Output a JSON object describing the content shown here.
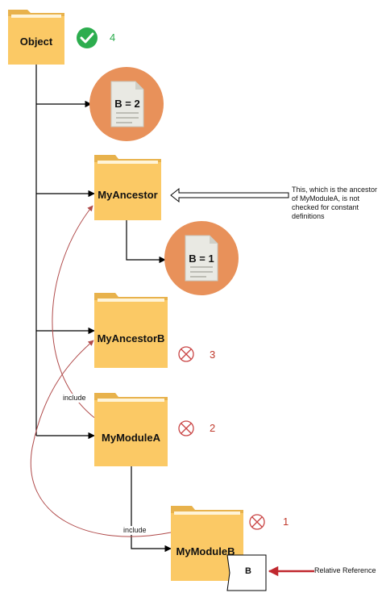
{
  "nodes": {
    "object": {
      "label": "Object",
      "status_number": "4"
    },
    "ancestor": {
      "label": "MyAncestor"
    },
    "ancestor_b": {
      "label": "MyAncestorB",
      "status_number": "3"
    },
    "module_a": {
      "label": "MyModuleA",
      "status_number": "2"
    },
    "module_b": {
      "label": "MyModuleB",
      "status_number": "1"
    }
  },
  "documents": {
    "doc_top": {
      "label": "B = 2"
    },
    "doc_ancestor": {
      "label": "B = 1"
    }
  },
  "annotations": {
    "ancestor_note": [
      "This, which is the ancestor",
      "of MyModuleA, is not",
      "checked for constant",
      "definitions"
    ],
    "include_upper": "include",
    "include_lower": "include",
    "reference_box": "B",
    "relative_reference": "Relative Reference"
  },
  "colors": {
    "folder_body": "#fbc965",
    "folder_tab": "#e8b24c",
    "doc_circle": "#e8915a",
    "doc_paper": "#e9e9e3",
    "check_green": "#2cad4e",
    "cross_red": "#c94444",
    "include_curve": "#b04a4a",
    "ref_arrow": "#c0282e"
  }
}
